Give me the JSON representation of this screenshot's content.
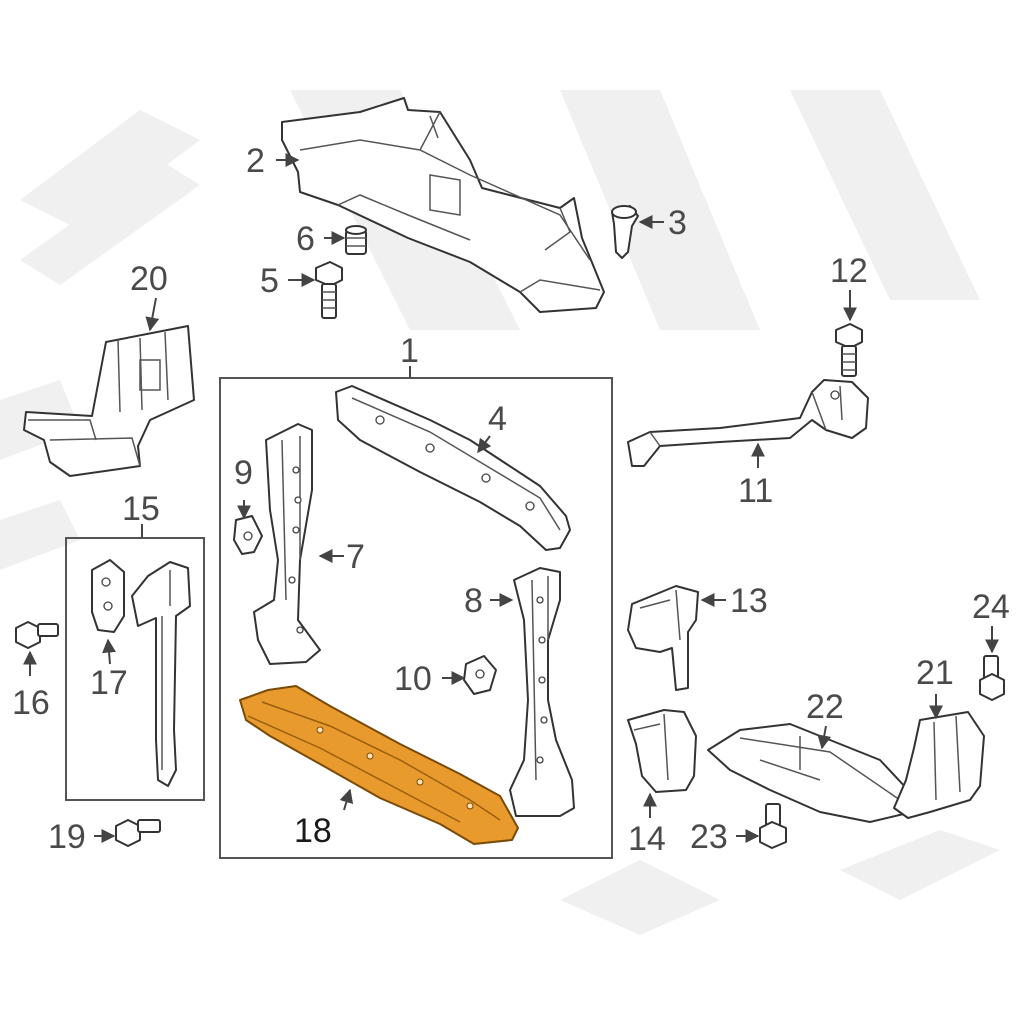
{
  "diagram": {
    "highlight_color": "#e89a2c",
    "highlight_stroke": "#7a4a08",
    "labels": [
      {
        "id": "l1",
        "text": "1"
      },
      {
        "id": "l2",
        "text": "2"
      },
      {
        "id": "l3",
        "text": "3"
      },
      {
        "id": "l4",
        "text": "4"
      },
      {
        "id": "l5",
        "text": "5"
      },
      {
        "id": "l6",
        "text": "6"
      },
      {
        "id": "l7",
        "text": "7"
      },
      {
        "id": "l8",
        "text": "8"
      },
      {
        "id": "l9",
        "text": "9"
      },
      {
        "id": "l10",
        "text": "10"
      },
      {
        "id": "l11",
        "text": "11"
      },
      {
        "id": "l12",
        "text": "12"
      },
      {
        "id": "l13",
        "text": "13"
      },
      {
        "id": "l14",
        "text": "14"
      },
      {
        "id": "l15",
        "text": "15"
      },
      {
        "id": "l16",
        "text": "16"
      },
      {
        "id": "l17",
        "text": "17"
      },
      {
        "id": "l18",
        "text": "18"
      },
      {
        "id": "l19",
        "text": "19"
      },
      {
        "id": "l20",
        "text": "20"
      },
      {
        "id": "l21",
        "text": "21"
      },
      {
        "id": "l22",
        "text": "22"
      },
      {
        "id": "l23",
        "text": "23"
      },
      {
        "id": "l24",
        "text": "24"
      }
    ]
  }
}
